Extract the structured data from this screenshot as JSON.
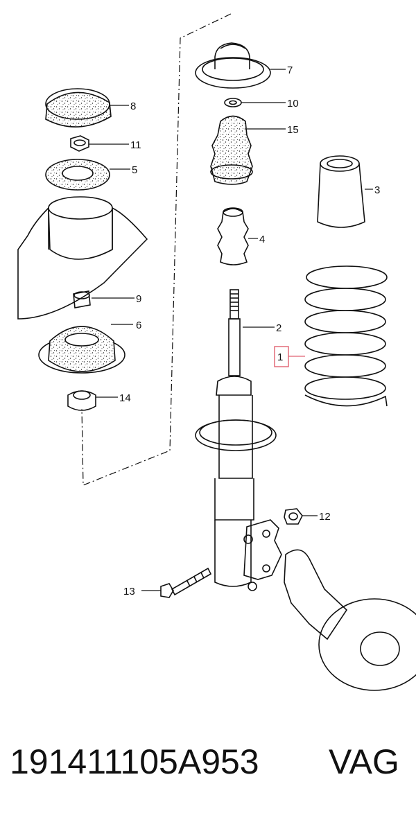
{
  "diagram": {
    "callouts": [
      {
        "id": "c1",
        "label": "1",
        "highlighted": true
      },
      {
        "id": "c2",
        "label": "2"
      },
      {
        "id": "c3",
        "label": "3"
      },
      {
        "id": "c4",
        "label": "4"
      },
      {
        "id": "c5",
        "label": "5"
      },
      {
        "id": "c6",
        "label": "6"
      },
      {
        "id": "c7",
        "label": "7"
      },
      {
        "id": "c8",
        "label": "8"
      },
      {
        "id": "c9",
        "label": "9"
      },
      {
        "id": "c10",
        "label": "10"
      },
      {
        "id": "c11",
        "label": "11"
      },
      {
        "id": "c12",
        "label": "12"
      },
      {
        "id": "c13",
        "label": "13"
      },
      {
        "id": "c14",
        "label": "14"
      },
      {
        "id": "c15",
        "label": "15"
      }
    ],
    "highlight_color": "#e06070"
  },
  "footer": {
    "part_number": "191411105A953",
    "brand": "VAG"
  }
}
